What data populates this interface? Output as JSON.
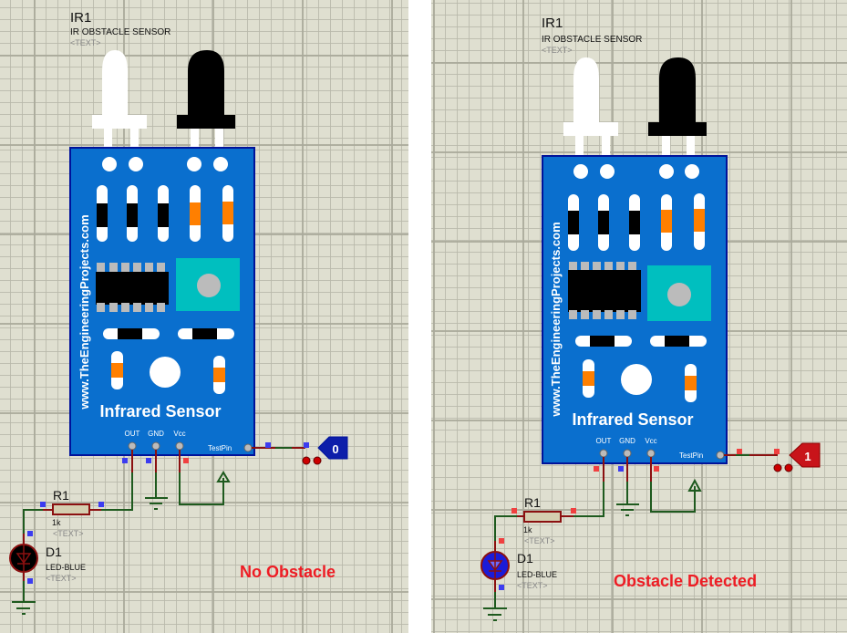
{
  "panels": [
    {
      "id": "left",
      "sensor": {
        "ref": "IR1",
        "name": "IR OBSTACLE SENSOR",
        "text_placeholder": "<TEXT>",
        "board_url": "www.TheEngineeringProjects.com",
        "board_title": "Infrared Sensor",
        "pins": [
          "OUT",
          "GND",
          "Vcc"
        ],
        "test_pin": "TestPin"
      },
      "logic_state": "0",
      "resistor": {
        "ref": "R1",
        "value": "1k",
        "text_placeholder": "<TEXT>"
      },
      "led": {
        "ref": "D1",
        "type": "LED-BLUE",
        "text_placeholder": "<TEXT>",
        "lit": false
      },
      "status": "No Obstacle"
    },
    {
      "id": "right",
      "sensor": {
        "ref": "IR1",
        "name": "IR OBSTACLE SENSOR",
        "text_placeholder": "<TEXT>",
        "board_url": "www.TheEngineeringProjects.com",
        "board_title": "Infrared Sensor",
        "pins": [
          "OUT",
          "GND",
          "Vcc"
        ],
        "test_pin": "TestPin"
      },
      "logic_state": "1",
      "resistor": {
        "ref": "R1",
        "value": "1k",
        "text_placeholder": "<TEXT>"
      },
      "led": {
        "ref": "D1",
        "type": "LED-BLUE",
        "text_placeholder": "<TEXT>",
        "lit": true
      },
      "status": "Obstacle Detected"
    }
  ],
  "colors": {
    "board_blue": "#0a6fce",
    "board_border": "#00129a",
    "wire_red": "#8b1010",
    "wire_green": "#1e5a1e",
    "status_red": "#ee1c24",
    "pin_high": "#f04040",
    "pin_low": "#3c3cf0",
    "logic_low_fill": "#0d1eaa",
    "logic_high_fill": "#c8141a",
    "pot_teal": "#00bfbf",
    "resistor_band": "#ff7f00",
    "led_lit": "#1b1bd8"
  }
}
